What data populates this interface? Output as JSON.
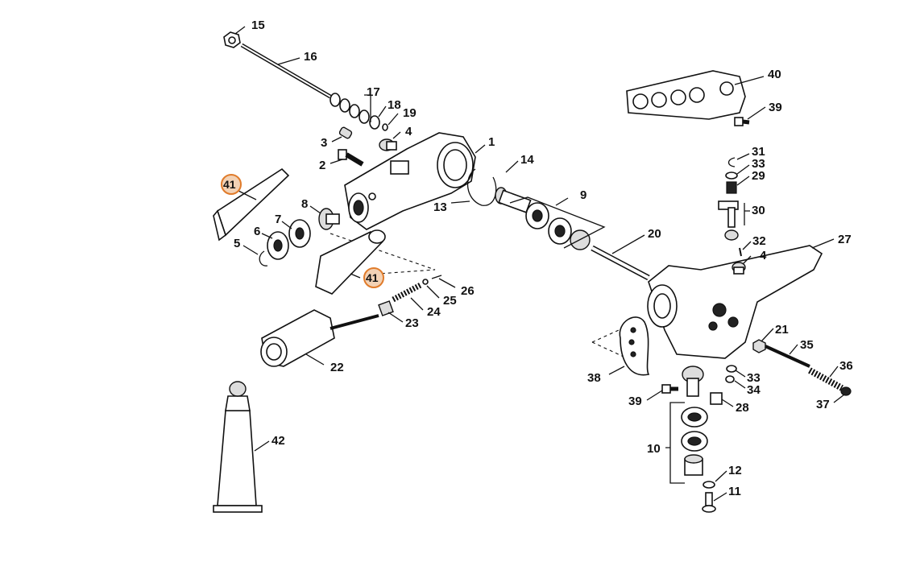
{
  "callouts": {
    "c1": "1",
    "c2": "2",
    "c3": "3",
    "c4a": "4",
    "c4b": "4",
    "c5": "5",
    "c6": "6",
    "c7": "7",
    "c8": "8",
    "c9": "9",
    "c10": "10",
    "c11": "11",
    "c12": "12",
    "c13": "13",
    "c14": "14",
    "c15": "15",
    "c16": "16",
    "c17": "17",
    "c18": "18",
    "c19": "19",
    "c20": "20",
    "c21": "21",
    "c22": "22",
    "c23": "23",
    "c24": "24",
    "c25": "25",
    "c26": "26",
    "c27": "27",
    "c28": "28",
    "c29": "29",
    "c30": "30",
    "c31": "31",
    "c32": "32",
    "c33a": "33",
    "c33b": "33",
    "c34": "34",
    "c35": "35",
    "c36": "36",
    "c37": "37",
    "c38": "38",
    "c39a": "39",
    "c39b": "39",
    "c40": "40",
    "c41a": "41",
    "c41b": "41",
    "c42": "42"
  },
  "colors": {
    "highlight": "#e07b2a",
    "highlight_fill": "#f3d2b5",
    "line": "#111111"
  }
}
